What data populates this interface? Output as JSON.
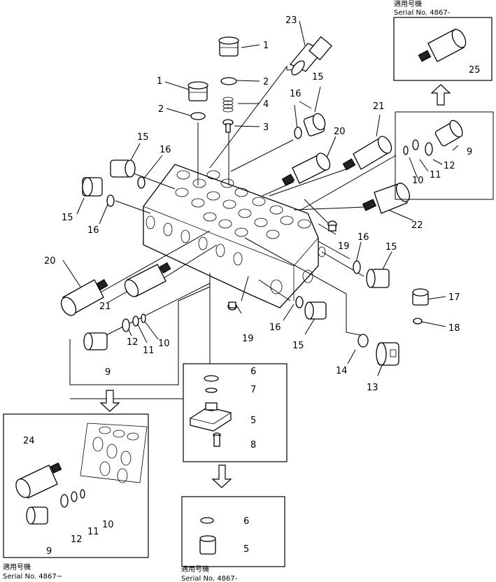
{
  "serial_notes": {
    "top_right": {
      "caption": "適用号機",
      "serial": "Serial No. 4867-"
    },
    "bottom_left": {
      "caption": "適用号機",
      "serial": "Serial No. 4867~"
    },
    "bottom_center": {
      "caption": "適用号機",
      "serial": "Serial No. 4867-"
    }
  },
  "callouts": {
    "c23": "23",
    "c1a": "1",
    "c2a": "2",
    "c4": "4",
    "c3": "3",
    "c1b": "1",
    "c2b": "2",
    "c15a": "15",
    "c16a": "16",
    "c21a": "21",
    "c20a": "20",
    "c25": "25",
    "c9a": "9",
    "c12a": "12",
    "c11a": "11",
    "c10a": "10",
    "c22": "22",
    "c15b": "15",
    "c16b": "16",
    "c15c": "15",
    "c16c": "16",
    "c19a": "19",
    "c16d": "16",
    "c15d": "15",
    "c20b": "20",
    "c21b": "21",
    "c17": "17",
    "c18": "18",
    "c12b": "12",
    "c11b": "11",
    "c10b": "10",
    "c9b": "9",
    "c16e": "16",
    "c15e": "15",
    "c19b": "19",
    "c14": "14",
    "c13": "13",
    "c6a": "6",
    "c7": "7",
    "c5a": "5",
    "c8": "8",
    "c24": "24",
    "c10c": "10",
    "c11c": "11",
    "c12c": "12",
    "c9c": "9",
    "c6b": "6",
    "c5b": "5"
  }
}
